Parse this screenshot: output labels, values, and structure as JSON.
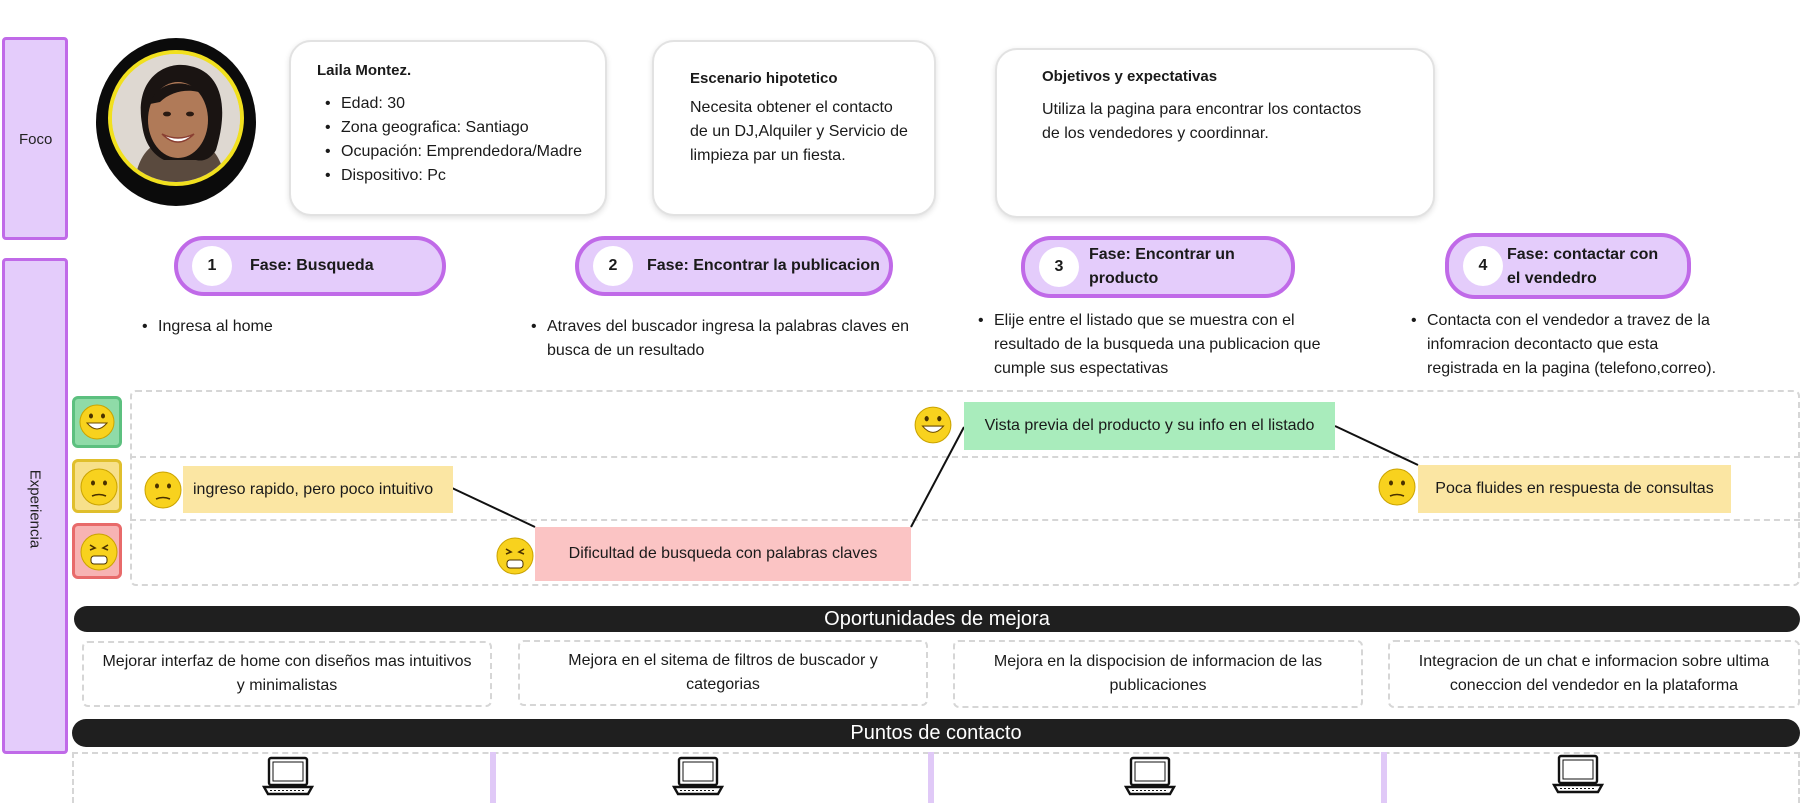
{
  "sections": {
    "focus_label": "Foco",
    "experience_label": "Experiencia"
  },
  "persona": {
    "name": "Laila Montez.",
    "details": [
      "Edad: 30",
      "Zona geografica: Santiago",
      "Ocupación: Emprendedora/Madre",
      "Dispositivo: Pc"
    ]
  },
  "scenario": {
    "title": "Escenario hipotetico",
    "lines": [
      "Necesita obtener el contacto",
      "de un DJ,Alquiler y Servicio de",
      "limpieza par un fiesta."
    ]
  },
  "objectives": {
    "title": "Objetivos y expectativas",
    "lines": [
      "Utiliza la pagina para encontrar los contactos",
      "de los vendedores y coordinnar."
    ]
  },
  "phases": [
    {
      "number": "1",
      "title_lines": [
        "Fase: Busqueda"
      ],
      "description_lines": [
        "Ingresa al home"
      ]
    },
    {
      "number": "2",
      "title_lines": [
        "Fase: Encontrar  la publicacion"
      ],
      "description_lines": [
        "Atraves del buscador ingresa la palabras claves en",
        "busca de un resultado"
      ]
    },
    {
      "number": "3",
      "title_lines": [
        "Fase: Encontrar un",
        "producto"
      ],
      "description_lines": [
        "Elije entre el listado que se muestra con el",
        "resultado de la busqueda una publicacion que",
        "cumple sus espectativas"
      ]
    },
    {
      "number": "4",
      "title_lines": [
        "Fase: contactar con",
        "el vendedro"
      ],
      "description_lines": [
        "Contacta con el vendedor a travez de la",
        "infomracion decontacto que esta",
        "registrada en la pagina (telefono,correo)."
      ]
    }
  ],
  "emotion_lanes": [
    {
      "mood": "happy",
      "color": "#8fdba8",
      "border": "#5cc07f"
    },
    {
      "mood": "neutral",
      "color": "#f7e08a",
      "border": "#e0bf2c"
    },
    {
      "mood": "frustrated",
      "color": "#f7b3b3",
      "border": "#e86a6a"
    }
  ],
  "experience_points": [
    {
      "phase": 1,
      "mood": "neutral",
      "text": "ingreso rapido, pero poco intuitivo",
      "color": "#fbe6a3"
    },
    {
      "phase": 2,
      "mood": "frustrated",
      "text": "Dificultad de busqueda con palabras claves",
      "color": "#fbc4c4"
    },
    {
      "phase": 3,
      "mood": "happy",
      "text": "Vista previa del producto y su info en el listado",
      "color": "#a9ecbc"
    },
    {
      "phase": 4,
      "mood": "neutral",
      "text": "Poca fluides en respuesta de consultas",
      "color": "#fbe6a3"
    }
  ],
  "opportunities": {
    "title": "Oportunidades de mejora",
    "items": [
      [
        "Mejorar interfaz de home con diseños mas intuitivos",
        "y minimalistas"
      ],
      [
        "Mejora en el sitema de filtros de buscador y",
        "categorias"
      ],
      [
        "Mejora en la dispocision de informacion de las",
        "publicaciones"
      ],
      [
        "Integracion de un chat e informacion sobre ultima",
        "coneccion del vendedor en la plataforma"
      ]
    ]
  },
  "touchpoints": {
    "title": "Puntos de contacto",
    "icons": [
      "laptop-icon",
      "laptop-icon",
      "laptop-icon",
      "laptop-icon"
    ]
  },
  "colors": {
    "lavender": "#e4ccfb",
    "purple_border": "#c06ae8",
    "dark_bar": "#1f1f1f",
    "avatar_ring": "#f1e01e"
  }
}
